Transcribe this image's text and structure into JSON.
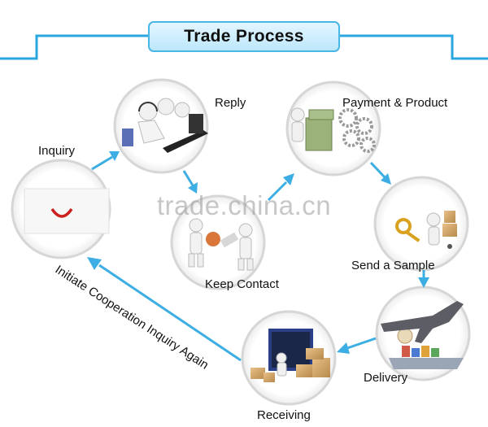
{
  "title": "Trade Process",
  "watermark": "trade.china.cn",
  "steps": {
    "inquiry": "Inquiry",
    "reply": "Reply",
    "keep_contact": "Keep Contact",
    "payment": "Payment & Product",
    "sample": "Send a Sample",
    "delivery": "Delivery",
    "receiving": "Receiving"
  },
  "loop_label": "Initiate Cooperation Inquiry Again",
  "colors": {
    "accent": "#2aa7df",
    "arrow": "#3daee3",
    "circle_border": "#d6d6d6"
  }
}
